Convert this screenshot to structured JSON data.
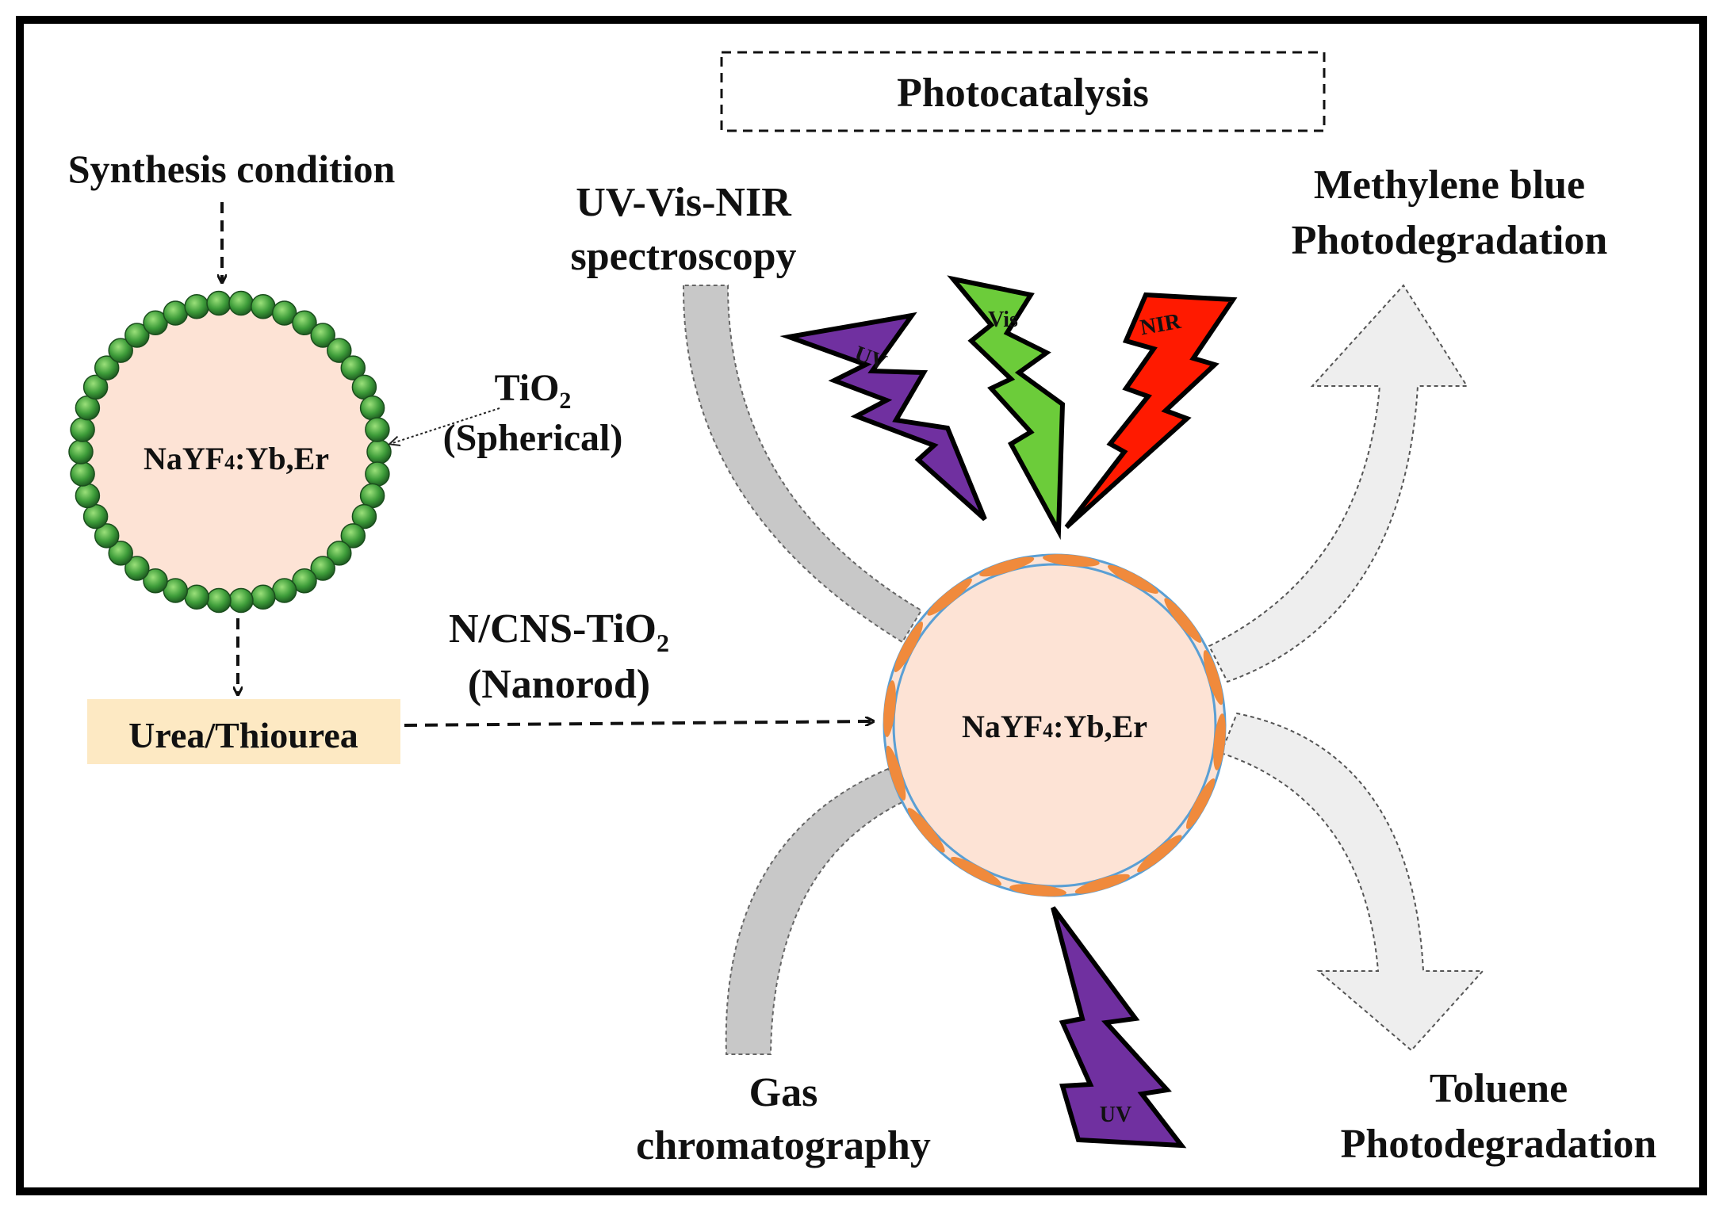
{
  "header": {
    "title": "Photocatalysis"
  },
  "left": {
    "synthesis_label": "Synthesis condition",
    "core_label_main": "NaYF",
    "core_label_sub": "4",
    "core_label_rest": ":Yb,Er",
    "shell_label_line1_main": "TiO",
    "shell_label_line1_sub": "2",
    "shell_label_line2": "(Spherical)",
    "reagent_box": "Urea/Thiourea",
    "reagent_box_color": "#fde9c3",
    "nanorod_label_line1_main": "N/CNS-TiO",
    "nanorod_label_line1_sub": "2",
    "nanorod_label_line2": "(Nanorod)"
  },
  "center": {
    "core_label_main": "NaYF",
    "core_label_sub": "4",
    "core_label_rest": ":Yb,Er",
    "core_fill": "#fde3d5",
    "shell_rod_color": "#f08a3c",
    "shell_outline": "#5a9fd4",
    "bolts": [
      {
        "label": "UV",
        "color": "#7030a0"
      },
      {
        "label": "Vis",
        "color": "#6ccc3a"
      },
      {
        "label": "NIR",
        "color": "#ff1a00"
      },
      {
        "label": "UV",
        "color": "#7030a0"
      }
    ]
  },
  "techniques": {
    "spectroscopy_line1": "UV-Vis-NIR",
    "spectroscopy_line2": "spectroscopy",
    "gc_line1": "Gas",
    "gc_line2": "chromatography"
  },
  "applications": {
    "mb_line1": "Methylene blue",
    "mb_line2": "Photodegradation",
    "toluene_line1": "Toluene",
    "toluene_line2": "Photodegradation"
  }
}
